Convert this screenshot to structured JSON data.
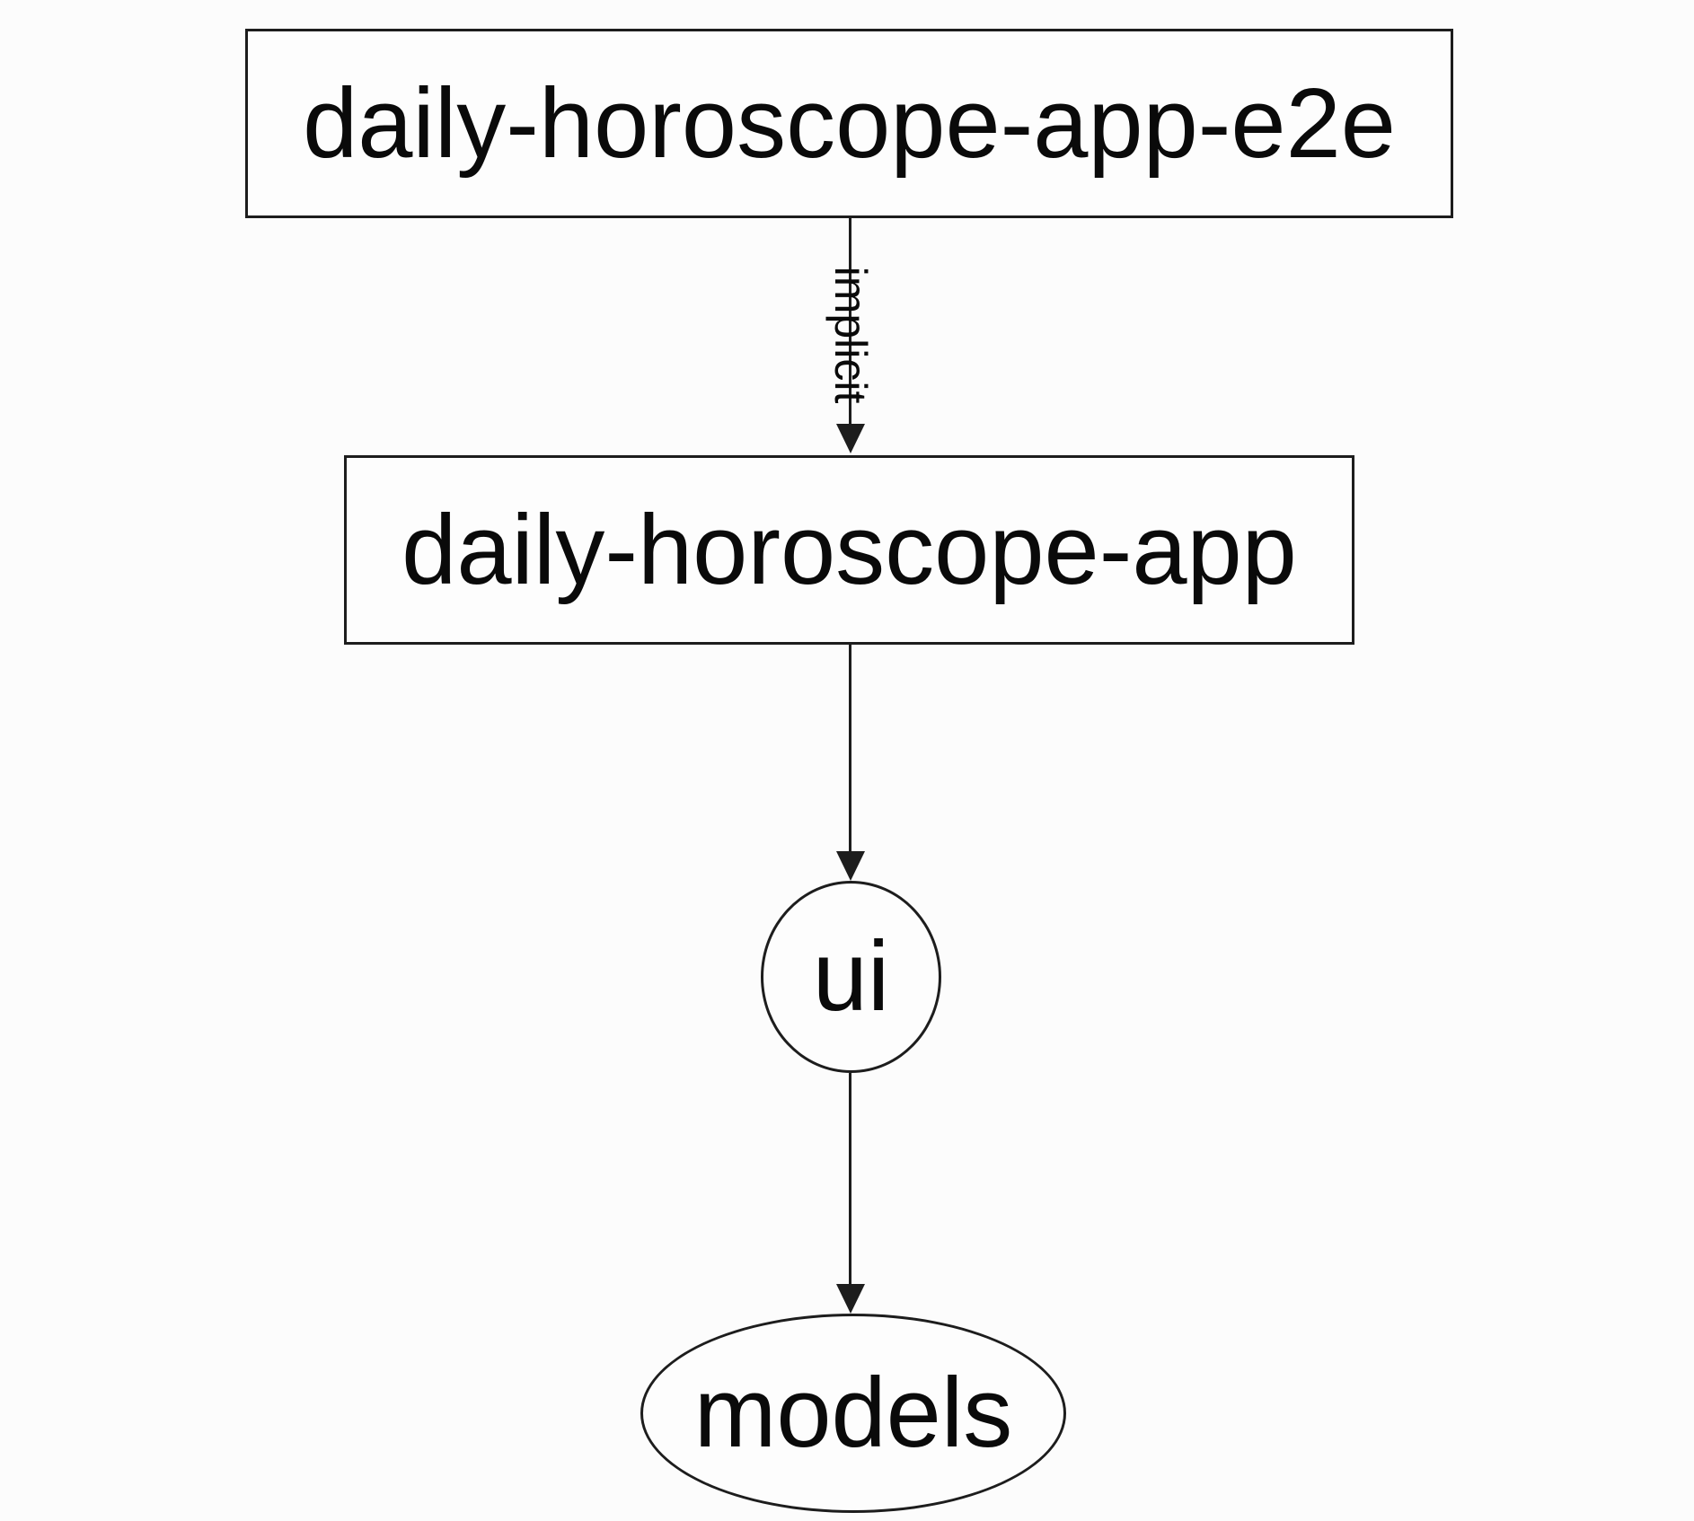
{
  "diagram": {
    "type": "dependency-graph",
    "background_color": "#fcfcfc",
    "stroke_color": "#1d1d1d",
    "text_color": "#0a0a0a",
    "nodes": [
      {
        "label": "daily-horoscope-app-e2e",
        "shape": "rectangle"
      },
      {
        "label": "daily-horoscope-app",
        "shape": "rectangle"
      },
      {
        "label": "ui",
        "shape": "circle"
      },
      {
        "label": "models",
        "shape": "ellipse"
      }
    ],
    "edges": [
      {
        "from": "daily-horoscope-app-e2e",
        "to": "daily-horoscope-app",
        "label": "implicit",
        "direction": "down"
      },
      {
        "from": "daily-horoscope-app",
        "to": "ui",
        "label": "",
        "direction": "down"
      },
      {
        "from": "ui",
        "to": "models",
        "label": "",
        "direction": "down"
      }
    ]
  }
}
